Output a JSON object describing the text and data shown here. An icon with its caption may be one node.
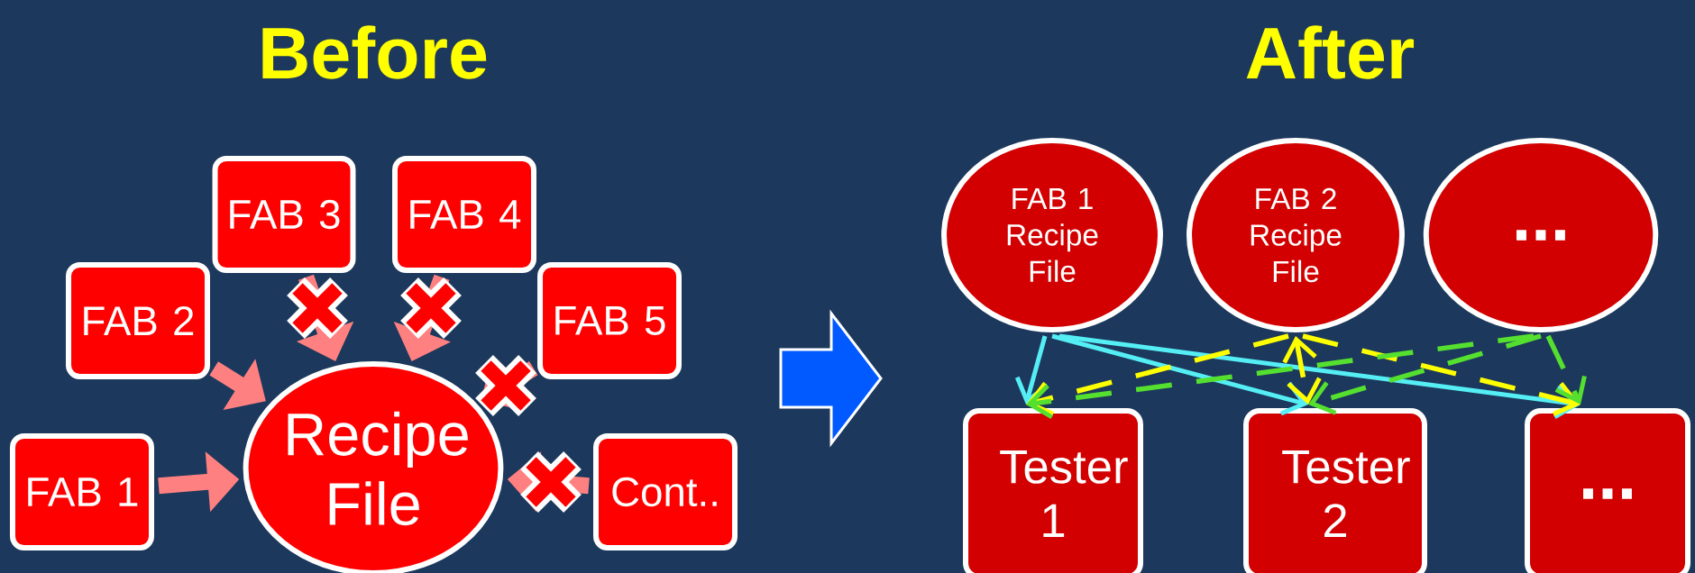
{
  "diagram": {
    "nodes": [
      {
        "text": [
          "FAB 1"
        ]
      },
      {
        "text": [
          "FAB 2"
        ]
      },
      {
        "text": [
          "FAB 3"
        ]
      },
      {
        "text": [
          "FAB 4"
        ]
      },
      {
        "text": [
          "FAB 5"
        ]
      },
      {
        "text": [
          "Cont.."
        ]
      },
      {
        "text": [
          "Recipe File"
        ]
      },
      {
        "text": [
          "FAB 1 Recipe File"
        ]
      },
      {
        "text": [
          "FAB 2 Recipe File"
        ]
      },
      {
        "text": [
          "..."
        ]
      },
      {
        "text": [
          "Tester 1"
        ]
      },
      {
        "text": [
          "Tester 2"
        ]
      },
      {
        "text": [
          "..."
        ]
      }
    ],
    "edges": [
      {
        "from": 0,
        "to": 6,
        "arrow": "to",
        "style": "thick",
        "color": "#ff8080"
      },
      {
        "from": 1,
        "to": 6,
        "arrow": "to",
        "style": "thick",
        "color": "#ff8080"
      },
      {
        "from": 2,
        "to": 6,
        "arrow": "to",
        "style": "thick",
        "color": "#ff8080"
      },
      {
        "from": 3,
        "to": 6,
        "arrow": "to",
        "style": "thick",
        "color": "#ff8080"
      },
      {
        "from": 4,
        "to": 6,
        "arrow": "to",
        "style": "thick",
        "color": "#ff8080"
      },
      {
        "from": 5,
        "to": 6,
        "arrow": "to",
        "style": "thick",
        "color": "#ff8080"
      },
      {
        "from": 7,
        "to": 10,
        "arrow": "to",
        "color": "#55eef5"
      },
      {
        "from": 7,
        "to": 11,
        "arrow": "to",
        "color": "#55eef5"
      },
      {
        "from": 7,
        "to": 12,
        "arrow": "to",
        "color": "#55eef5"
      },
      {
        "from": 8,
        "to": 10,
        "arrow": "to",
        "style": "dashed",
        "color": "#ffff00"
      },
      {
        "from": 8,
        "to": 11,
        "arrow": "both",
        "style": "dashed",
        "color": "#ffff00"
      },
      {
        "from": 8,
        "to": 12,
        "arrow": "to",
        "style": "dashed",
        "color": "#ffff00"
      },
      {
        "from": 9,
        "to": 10,
        "arrow": "to",
        "style": "dashed",
        "color": "#55e030"
      },
      {
        "from": 9,
        "to": 11,
        "arrow": "to",
        "style": "dashed",
        "color": "#55e030"
      },
      {
        "from": 9,
        "to": 12,
        "arrow": "to",
        "style": "dashed",
        "color": "#55e030"
      }
    ],
    "labels": [
      "Before",
      "After"
    ]
  }
}
